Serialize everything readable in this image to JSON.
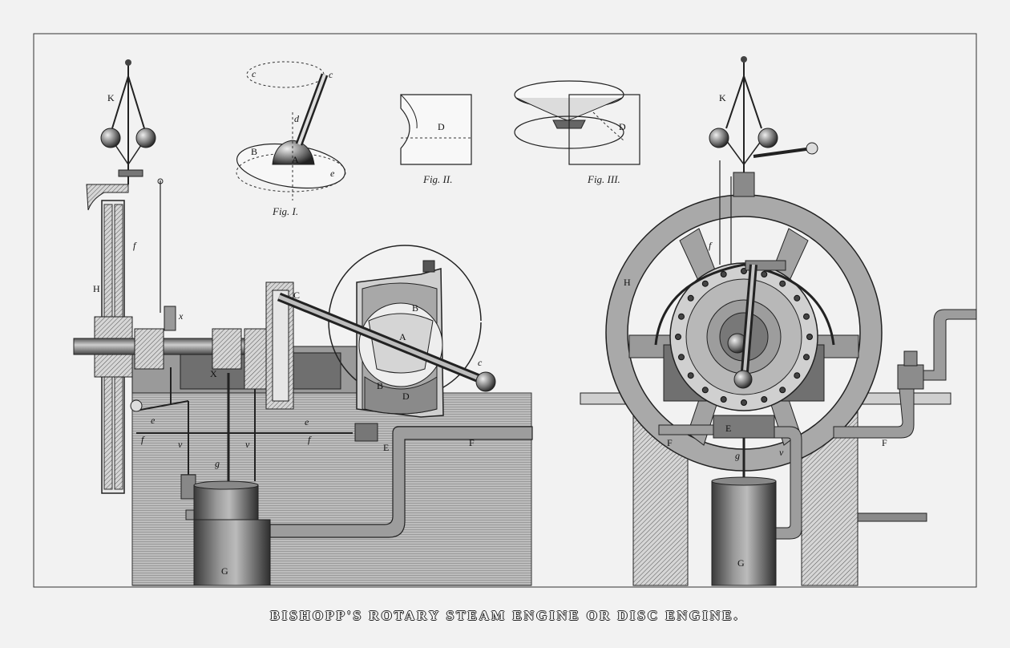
{
  "caption": "BISHOPP'S ROTARY STEAM ENGINE OR DISC ENGINE.",
  "figures": {
    "fig1": "Fig. I.",
    "fig2": "Fig. II.",
    "fig3": "Fig. III."
  },
  "labels": {
    "fig1": {
      "B": "B",
      "A": "A",
      "c_top_left": "c",
      "c_top_right": "c",
      "d": "d",
      "e": "e"
    },
    "fig2": {
      "D": "D"
    },
    "fig3": {
      "D": "D"
    },
    "side": {
      "K": "K",
      "H": "H",
      "f_upper": "f",
      "x": "x",
      "X": "X",
      "C": "C",
      "A": "A",
      "B_upper": "B",
      "B_lower": "B",
      "D": "D",
      "c": "c",
      "e_left": "e",
      "e_right": "e",
      "f_left": "f",
      "f_right": "f",
      "v_left": "v",
      "v_right": "v",
      "g": "g",
      "E": "E",
      "F": "F",
      "G": "G"
    },
    "front": {
      "K": "K",
      "f": "f",
      "H": "H",
      "E": "E",
      "F_left": "F",
      "F_right": "F",
      "g": "g",
      "v": "v",
      "G": "G"
    }
  },
  "colors": {
    "ink": "#1a1a1a",
    "paper": "#f2f2f2",
    "shade": "#8a8a8a",
    "light_shade": "#c9c9c9"
  }
}
